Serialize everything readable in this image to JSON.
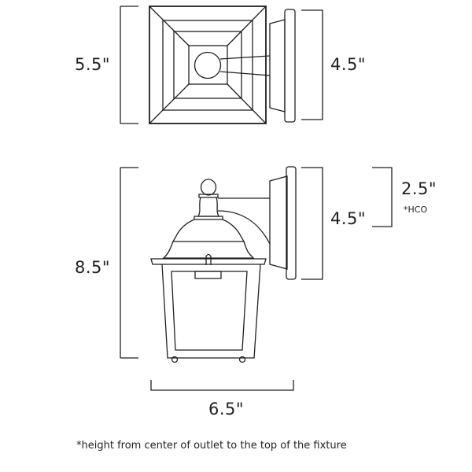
{
  "dimensions": {
    "top_depth": "5.5\"",
    "top_backplate_width": "4.5\"",
    "height": "8.5\"",
    "backplate_height": "4.5\"",
    "hco": "2.5\"",
    "hco_label": "*HCO",
    "width": "6.5\""
  },
  "footnote": "*height from center of outlet to the top of the fixture",
  "line_color": "#231f20"
}
